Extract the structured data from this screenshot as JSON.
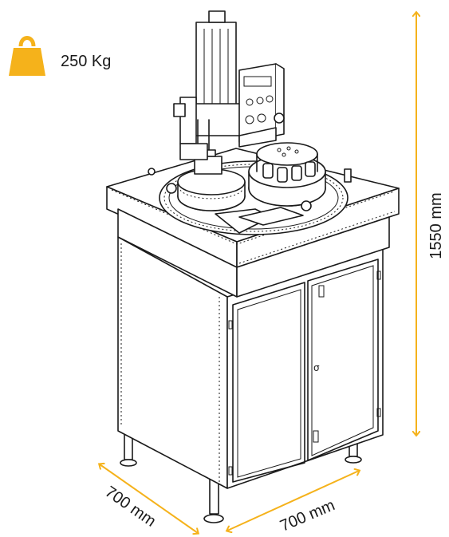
{
  "weight": {
    "label": "250 Kg",
    "icon": "weight-icon"
  },
  "dimensions": {
    "height": "1550 mm",
    "width": "700 mm",
    "depth": "700 mm"
  },
  "colors": {
    "accent": "#f5b21b",
    "line": "#1a1a1a"
  }
}
